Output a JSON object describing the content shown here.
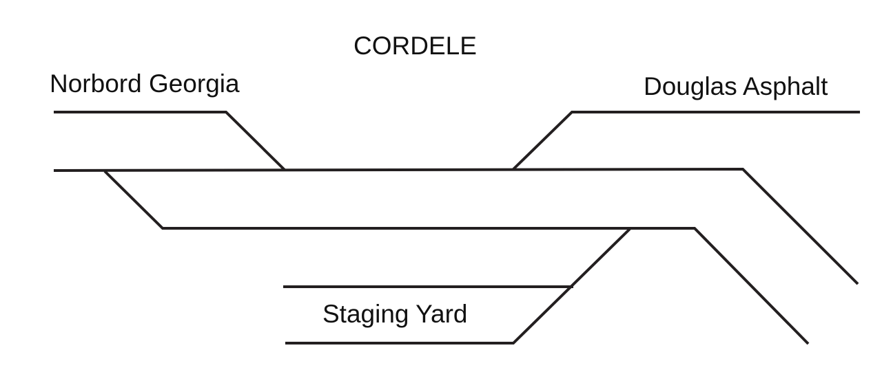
{
  "title": "CORDELE",
  "labels": {
    "norbord": "Norbord Georgia",
    "douglas": "Douglas Asphalt",
    "staging": "Staging Yard"
  },
  "colors": {
    "track": "#231f20",
    "text": "#111111",
    "background": "#ffffff"
  }
}
